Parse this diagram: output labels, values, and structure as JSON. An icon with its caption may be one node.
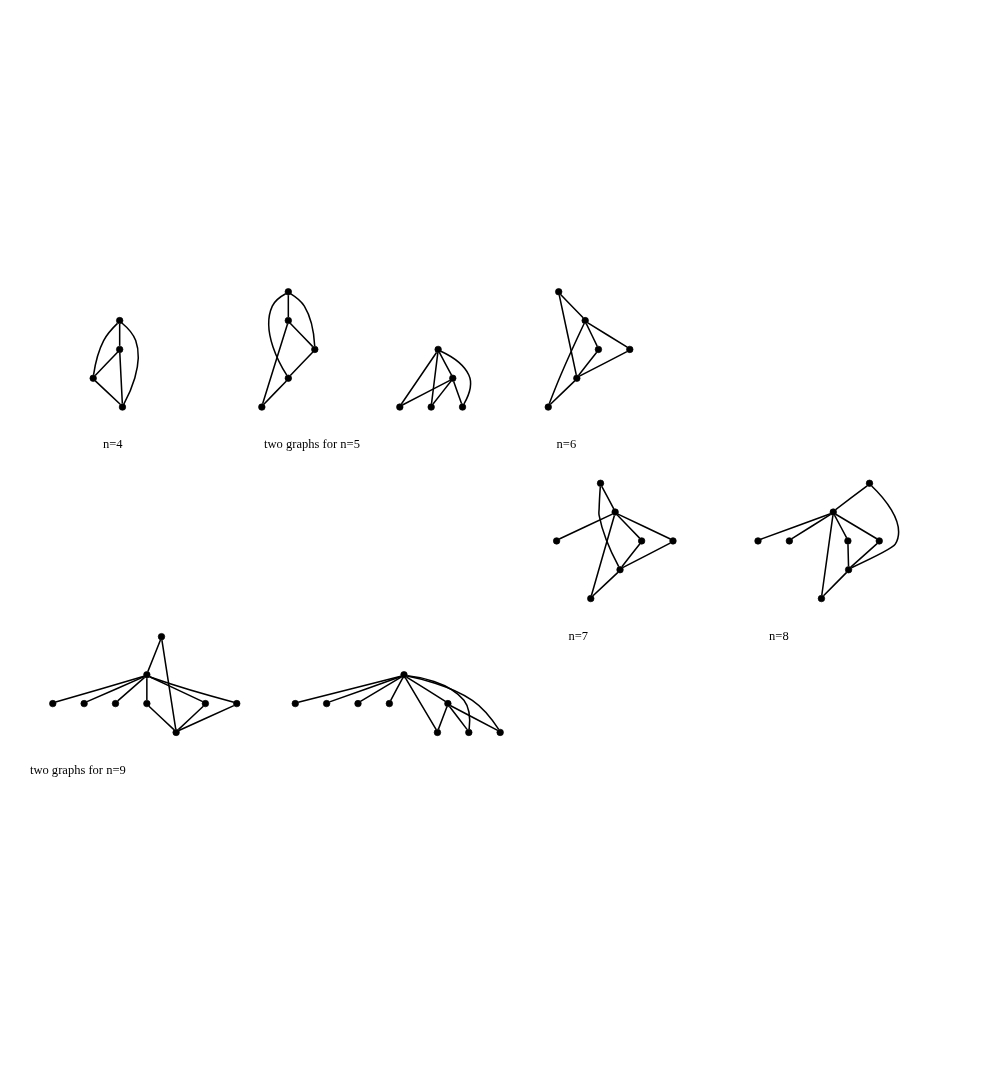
{
  "diagram": {
    "nodes": [
      {
        "text": [],
        "shape": "circle"
      },
      {
        "text": [],
        "shape": "circle"
      },
      {
        "text": [],
        "shape": "circle"
      },
      {
        "text": [],
        "shape": "circle"
      },
      {
        "text": [],
        "shape": "circle"
      },
      {
        "text": [],
        "shape": "circle"
      },
      {
        "text": [],
        "shape": "circle"
      },
      {
        "text": [],
        "shape": "circle"
      },
      {
        "text": [],
        "shape": "circle"
      },
      {
        "text": [],
        "shape": "circle"
      },
      {
        "text": [],
        "shape": "circle"
      },
      {
        "text": [],
        "shape": "circle"
      },
      {
        "text": [],
        "shape": "circle"
      },
      {
        "text": [],
        "shape": "circle"
      },
      {
        "text": [],
        "shape": "circle"
      },
      {
        "text": [],
        "shape": "circle"
      },
      {
        "text": [],
        "shape": "circle"
      },
      {
        "text": [],
        "shape": "circle"
      },
      {
        "text": [],
        "shape": "circle"
      },
      {
        "text": [],
        "shape": "circle"
      },
      {
        "text": [],
        "shape": "circle"
      },
      {
        "text": [],
        "shape": "circle"
      },
      {
        "text": [],
        "shape": "circle"
      },
      {
        "text": [],
        "shape": "circle"
      },
      {
        "text": [],
        "shape": "circle"
      },
      {
        "text": [],
        "shape": "circle"
      },
      {
        "text": [],
        "shape": "circle"
      },
      {
        "text": [],
        "shape": "circle"
      },
      {
        "text": [],
        "shape": "circle"
      },
      {
        "text": [],
        "shape": "circle"
      },
      {
        "text": [],
        "shape": "circle"
      },
      {
        "text": [],
        "shape": "circle"
      },
      {
        "text": [],
        "shape": "circle"
      },
      {
        "text": [],
        "shape": "circle"
      },
      {
        "text": [],
        "shape": "circle"
      },
      {
        "text": [],
        "shape": "circle"
      },
      {
        "text": [],
        "shape": "circle"
      },
      {
        "text": [],
        "shape": "circle"
      },
      {
        "text": [],
        "shape": "circle"
      },
      {
        "text": [],
        "shape": "circle"
      },
      {
        "text": [],
        "shape": "circle"
      },
      {
        "text": [],
        "shape": "circle"
      },
      {
        "text": [],
        "shape": "circle"
      },
      {
        "text": [],
        "shape": "circle"
      },
      {
        "text": [],
        "shape": "circle"
      },
      {
        "text": [],
        "shape": "circle"
      },
      {
        "text": [],
        "shape": "circle"
      },
      {
        "text": [],
        "shape": "circle"
      },
      {
        "text": [],
        "shape": "circle"
      },
      {
        "text": [],
        "shape": "circle"
      },
      {
        "text": [],
        "shape": "circle"
      },
      {
        "text": [],
        "shape": "circle"
      },
      {
        "text": [],
        "shape": "circle"
      }
    ],
    "edges": [
      {
        "from": 0,
        "to": 1,
        "arrow": "none"
      },
      {
        "from": 0,
        "to": 2,
        "arrow": "none"
      },
      {
        "from": 1,
        "to": 2,
        "arrow": "none"
      },
      {
        "from": 2,
        "to": 3,
        "arrow": "none"
      },
      {
        "from": 0,
        "to": 3,
        "arrow": "none"
      },
      {
        "from": 1,
        "to": 3,
        "arrow": "none"
      },
      {
        "from": 4,
        "to": 5,
        "arrow": "none"
      },
      {
        "from": 4,
        "to": 6,
        "arrow": "none"
      },
      {
        "from": 5,
        "to": 6,
        "arrow": "none"
      },
      {
        "from": 4,
        "to": 7,
        "arrow": "none"
      },
      {
        "from": 5,
        "to": 7,
        "arrow": "none"
      },
      {
        "from": 4,
        "to": 8,
        "arrow": "none"
      },
      {
        "from": 5,
        "to": 8,
        "arrow": "none"
      },
      {
        "from": 9,
        "to": 10,
        "arrow": "none"
      },
      {
        "from": 9,
        "to": 12,
        "arrow": "none"
      },
      {
        "from": 9,
        "to": 11,
        "arrow": "none"
      },
      {
        "from": 10,
        "to": 11,
        "arrow": "none"
      },
      {
        "from": 11,
        "to": 12,
        "arrow": "none"
      },
      {
        "from": 10,
        "to": 13,
        "arrow": "none"
      },
      {
        "from": 12,
        "to": 13,
        "arrow": "none"
      },
      {
        "from": 14,
        "to": 15,
        "arrow": "none"
      },
      {
        "from": 14,
        "to": 18,
        "arrow": "none"
      },
      {
        "from": 15,
        "to": 16,
        "arrow": "none"
      },
      {
        "from": 16,
        "to": 18,
        "arrow": "none"
      },
      {
        "from": 15,
        "to": 17,
        "arrow": "none"
      },
      {
        "from": 17,
        "to": 18,
        "arrow": "none"
      },
      {
        "from": 15,
        "to": 19,
        "arrow": "none"
      },
      {
        "from": 18,
        "to": 19,
        "arrow": "none"
      },
      {
        "from": 20,
        "to": 22,
        "arrow": "none"
      },
      {
        "from": 20,
        "to": 24,
        "arrow": "none"
      },
      {
        "from": 22,
        "to": 21,
        "arrow": "none"
      },
      {
        "from": 21,
        "to": 24,
        "arrow": "none"
      },
      {
        "from": 22,
        "to": 23,
        "arrow": "none"
      },
      {
        "from": 23,
        "to": 24,
        "arrow": "none"
      },
      {
        "from": 22,
        "to": 25,
        "arrow": "none"
      },
      {
        "from": 24,
        "to": 25,
        "arrow": "none"
      },
      {
        "from": 22,
        "to": 26,
        "arrow": "none"
      },
      {
        "from": 27,
        "to": 30,
        "arrow": "none"
      },
      {
        "from": 27,
        "to": 31,
        "arrow": "none"
      },
      {
        "from": 30,
        "to": 28,
        "arrow": "none"
      },
      {
        "from": 28,
        "to": 31,
        "arrow": "none"
      },
      {
        "from": 30,
        "to": 29,
        "arrow": "none"
      },
      {
        "from": 29,
        "to": 31,
        "arrow": "none"
      },
      {
        "from": 30,
        "to": 32,
        "arrow": "none"
      },
      {
        "from": 31,
        "to": 32,
        "arrow": "none"
      },
      {
        "from": 30,
        "to": 33,
        "arrow": "none"
      },
      {
        "from": 30,
        "to": 34,
        "arrow": "none"
      },
      {
        "from": 35,
        "to": 36,
        "arrow": "none"
      },
      {
        "from": 35,
        "to": 37,
        "arrow": "none"
      },
      {
        "from": 36,
        "to": 37,
        "arrow": "none"
      },
      {
        "from": 35,
        "to": 38,
        "arrow": "none"
      },
      {
        "from": 36,
        "to": 38,
        "arrow": "none"
      },
      {
        "from": 35,
        "to": 39,
        "arrow": "none"
      },
      {
        "from": 36,
        "to": 39,
        "arrow": "none"
      },
      {
        "from": 35,
        "to": 40,
        "arrow": "none"
      },
      {
        "from": 35,
        "to": 41,
        "arrow": "none"
      },
      {
        "from": 35,
        "to": 42,
        "arrow": "none"
      },
      {
        "from": 35,
        "to": 43,
        "arrow": "none"
      },
      {
        "from": 44,
        "to": 48,
        "arrow": "none"
      },
      {
        "from": 44,
        "to": 49,
        "arrow": "none"
      },
      {
        "from": 48,
        "to": 45,
        "arrow": "none"
      },
      {
        "from": 45,
        "to": 49,
        "arrow": "none"
      },
      {
        "from": 48,
        "to": 46,
        "arrow": "none"
      },
      {
        "from": 46,
        "to": 49,
        "arrow": "none"
      },
      {
        "from": 48,
        "to": 47,
        "arrow": "none"
      },
      {
        "from": 47,
        "to": 49,
        "arrow": "none"
      },
      {
        "from": 48,
        "to": 50,
        "arrow": "none"
      },
      {
        "from": 48,
        "to": 51,
        "arrow": "none"
      },
      {
        "from": 48,
        "to": 52,
        "arrow": "none"
      }
    ],
    "labels": [
      "n=4",
      "two graphs for n=5",
      "n=6",
      "n=7",
      "n=8",
      "two graphs for n=9"
    ]
  }
}
